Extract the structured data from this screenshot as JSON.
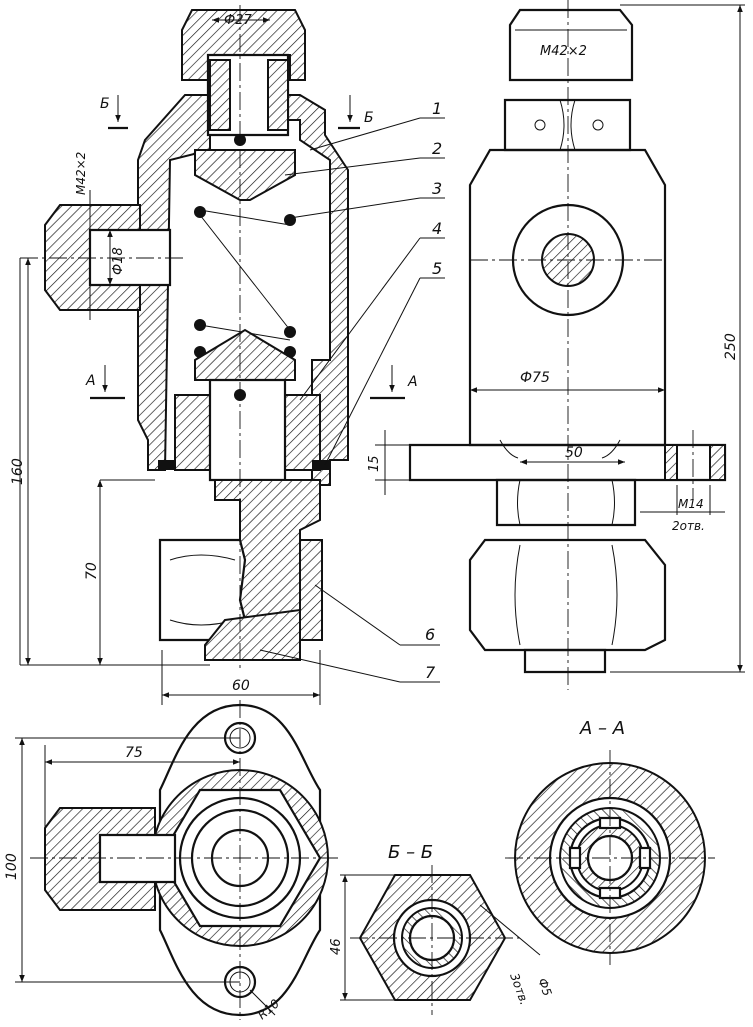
{
  "views": {
    "main_section": {
      "dims": {
        "d27": "Ф27",
        "thread_side": "М42×2",
        "d18": "Ф18",
        "h160": "160",
        "h70": "70",
        "w60": "60"
      },
      "section_marks": {
        "b_left": "Б",
        "b_right": "Б",
        "a_left": "А",
        "a_right": "А"
      },
      "callouts": [
        "1",
        "2",
        "3",
        "4",
        "5",
        "6",
        "7"
      ]
    },
    "side_view": {
      "dims": {
        "thread_top": "М42×2",
        "h250": "250",
        "d75": "Ф75",
        "h15": "15",
        "w50": "50",
        "hole": "М14",
        "hole_count": "2отв."
      }
    },
    "top_view": {
      "dims": {
        "w75": "75",
        "h100": "100",
        "r10": "R10"
      }
    },
    "section_bb": {
      "title": "Б – Б",
      "dims": {
        "h46": "46",
        "d5": "Ф5",
        "hole_count": "3отв."
      }
    },
    "section_aa": {
      "title": "А – А"
    }
  }
}
